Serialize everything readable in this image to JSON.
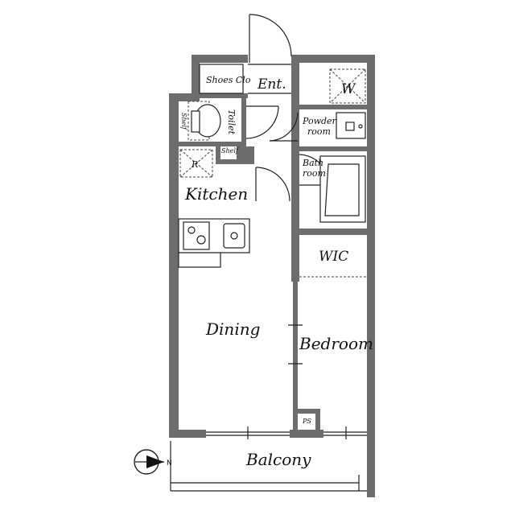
{
  "floor_plan": {
    "rooms": {
      "shoes_closet": "Shoes Clo",
      "entrance": "Ent.",
      "washer": "W",
      "toilet": "Toilet",
      "shelf_toilet": "Shelf",
      "shelf_hall": "Shelf",
      "powder_room_line1": "Powder",
      "powder_room_line2": "room",
      "refrigerator": "R",
      "bath_room_line1": "Bath",
      "bath_room_line2": "room",
      "kitchen": "Kitchen",
      "walk_in_closet": "WIC",
      "dining": "Dining",
      "bedroom": "Bedroom",
      "pipe_space": "PS",
      "balcony": "Balcony"
    },
    "compass": {
      "north_label": "N"
    }
  }
}
